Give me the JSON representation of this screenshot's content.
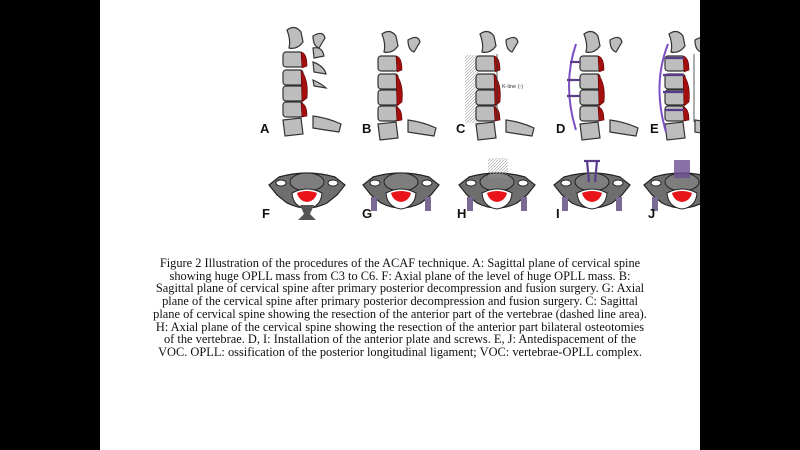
{
  "figure": {
    "panel_labels": [
      "A",
      "B",
      "C",
      "D",
      "E",
      "F",
      "G",
      "H",
      "I",
      "J"
    ],
    "k_line_label": "K-line (-)"
  },
  "caption": "Figure 2 Illustration of the procedures of the ACAF technique. A: Sagittal plane of cervical spine showing huge OPLL mass from C3 to C6. F: Axial plane of the level of huge OPLL mass. B: Sagittal plane of cervical spine after primary posterior decompression and fusion surgery. G: Axial plane of the cervical spine after primary posterior decompression and fusion surgery. C: Sagittal plane of cervical spine showing the resection of the anterior part of the vertebrae (dashed line area). H: Axial plane of the cervical spine showing the resection of the anterior part bilateral osteotomies of the vertebrae. D, I: Installation of the anterior plate and screws. E, J: Antedispacement of the VOC. OPLL: ossification of the posterior longitudinal ligament; VOC: vertebrae-OPLL complex."
}
